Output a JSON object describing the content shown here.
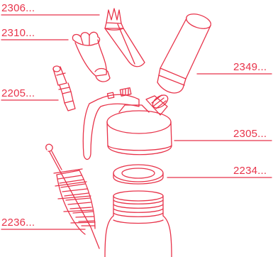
{
  "colors": {
    "accent": "#e8334a",
    "background": "#ffffff"
  },
  "labels": [
    {
      "id": "lbl-2306",
      "text": "2306..."
    },
    {
      "id": "lbl-2310",
      "text": "2310..."
    },
    {
      "id": "lbl-2205",
      "text": "2205..."
    },
    {
      "id": "lbl-2349",
      "text": "2349..."
    },
    {
      "id": "lbl-2305",
      "text": "2305..."
    },
    {
      "id": "lbl-2234",
      "text": "2234..."
    },
    {
      "id": "lbl-2236",
      "text": "2236..."
    }
  ]
}
